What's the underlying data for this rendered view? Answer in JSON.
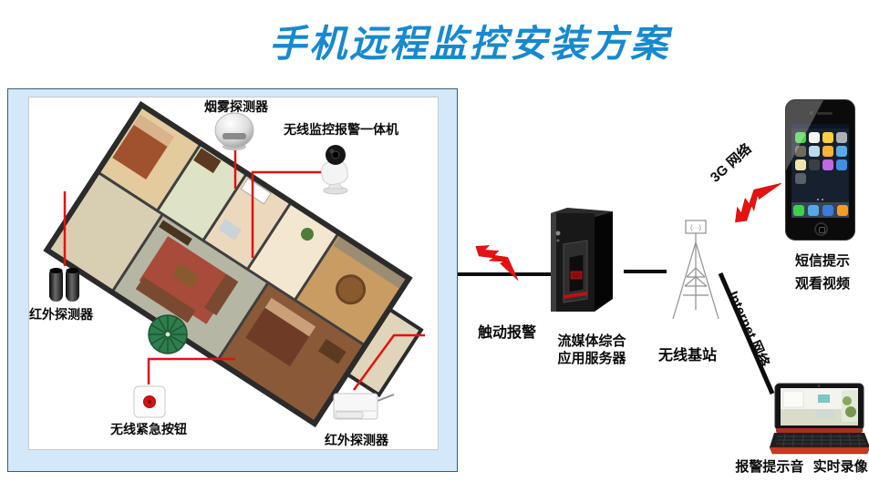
{
  "title": "手机远程监控安装方案",
  "colors": {
    "title_blue": "#1789cf",
    "alarm_red": "#e31212",
    "panel_fill": "#d3e9f9",
    "panel_border": "#3d5a77",
    "connector_black": "#0d0d0d",
    "laptop_base_red": "#c63b22"
  },
  "floorplan": {
    "smoke_detector_label": "烟雾探测器",
    "host_label": "无线监控报警一体机",
    "infrared_left_label": "红外探测器",
    "emergency_button_label": "无线紧急按钮",
    "infrared_bottom_label": "红外探测器"
  },
  "flow": {
    "trigger_label": "触动报警",
    "server_caption_line1": "流媒体综合",
    "server_caption_line2": "应用服务器",
    "base_station_label": "无线基站",
    "base_station_symbol": "(···)",
    "g3_network_label": "3G 网络",
    "internet_label": "Internet 网络"
  },
  "phone": {
    "caption_line1": "短信提示",
    "caption_line2": "观看视频",
    "icon_colors": [
      "#4cd04c",
      "#f4f4f4",
      "#ffcf3e",
      "#a9b0b8",
      "#6f6a5e",
      "#bcd8ee",
      "#ffb03a",
      "#57a9e8",
      "#efe3b0",
      "#3a3f45",
      "#c06ae0",
      "#3f8fe0",
      "#5a6069"
    ],
    "dock_icon_colors": [
      "#3fcf4a",
      "#57a7e8",
      "#3b7dd8",
      "#f59b23"
    ]
  },
  "laptop": {
    "caption": "报警提示音 实时录像"
  }
}
